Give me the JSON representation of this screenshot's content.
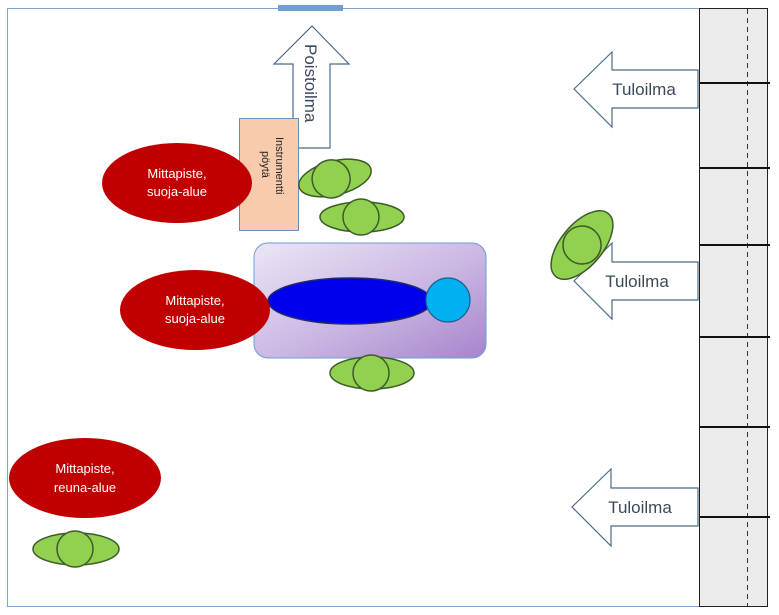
{
  "labels": {
    "exhaust": "Poistoilma",
    "supply": [
      "Tuloilma",
      "Tuloilma",
      "Tuloilma"
    ],
    "instrument_table": [
      "Instrumentti",
      "pöytä"
    ],
    "measure_points": [
      [
        "Mittapiste,",
        "suoja-alue"
      ],
      [
        "Mittapiste,",
        "suoja-alue"
      ],
      [
        "Mittapiste,",
        "reuna-alue"
      ]
    ]
  },
  "colors": {
    "frame": "#7ea6c8",
    "measure_point": "#c00000",
    "person_green": "#92d050",
    "patient_body": "#0000ee",
    "patient_head": "#00b0f0",
    "table_fill": "#f8cbad",
    "arrow_stroke": "#4a6b8a",
    "wall_fill": "#ebebeb"
  },
  "icons": {
    "exhaust_arrow": "arrow-up-icon",
    "supply_arrow": "arrow-left-icon",
    "staff_member": "person-topview-icon"
  }
}
